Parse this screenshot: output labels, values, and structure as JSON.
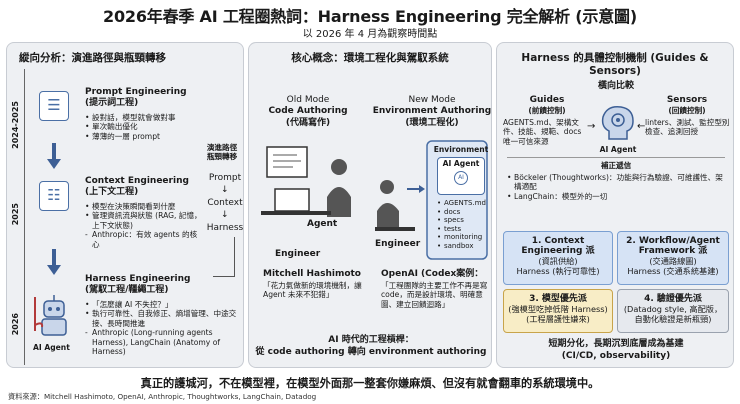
{
  "header": {
    "title": "2026年春季 AI 工程圈熱詞：Harness Engineering 完全解析 (示意圖)",
    "subtitle": "以 2026 年 4 月為觀察時間點"
  },
  "left": {
    "title": "縱向分析：演進路徑與瓶頸轉移",
    "stage_labels": [
      "2024-2025",
      "2025",
      "2026"
    ],
    "prompt": {
      "heading": "Prompt Engineering",
      "sub": "(提示詞工程)",
      "bullets": [
        "設對話，模型就會做對事",
        "單次輸出優化",
        "薄薄的一層 prompt"
      ]
    },
    "context": {
      "heading": "Context Engineering",
      "sub": "(上下文工程)",
      "bullets": [
        "模型在決策瞬間看到什麼",
        "管理資訊流與狀態 (RAG, 記憶，上下文狀態)"
      ],
      "note": "Anthropic：有效 agents 的核心"
    },
    "harness": {
      "heading": "Harness Engineering",
      "sub": "(駕馭工程/韁繩工程)",
      "bullets": [
        "「怎麼讓 AI 不失控？」",
        "執行可靠性、自我修正、熵增管理、中途交接、長時間推進"
      ],
      "note": "Anthropic (Long-running agents Harness), LangChain (Anatomy of Harness)",
      "agent_label": "AI Agent"
    },
    "side": {
      "label": "演進路徑\n瓶頸轉移",
      "words": [
        "Prompt",
        "Context",
        "Harness"
      ]
    }
  },
  "middle": {
    "title": "核心概念：環境工程化與駕馭系統",
    "old": {
      "mode": "Old Mode",
      "name": "Code Authoring",
      "cn": "(代碼寫作)",
      "agent": "Agent",
      "engineer": "Engineer"
    },
    "new": {
      "mode": "New Mode",
      "name": "Environment Authoring",
      "cn": "(環境工程化)",
      "env_label": "Environment",
      "agent": "AI Agent",
      "items": [
        "AGENTS.md",
        "docs",
        "specs",
        "tests",
        "monitoring",
        "sandbox"
      ],
      "engineer": "Engineer"
    },
    "quote_left": {
      "author": "Mitchell Hashimoto",
      "text": "「花力氣做新的環境機制，讓 Agent 未來不犯錯」"
    },
    "quote_right": {
      "author": "OpenAI (Codex案例：",
      "text": "「工程團隊的主要工作不再是寫 code，而是設計環境、明確意圖、建立回饋迴路」"
    },
    "conclusion": {
      "line1": "AI 時代的工程槓桿：",
      "line2": "從 code authoring 轉向 environment authoring"
    }
  },
  "right": {
    "title": "Harness 的具體控制機制 (Guides & Sensors)",
    "compare_label": "橫向比較",
    "guides": {
      "name": "Guides",
      "cn": "(前饋控制)",
      "desc": "AGENTS.md、架構文件、技能、規範、docs 唯一可信來源"
    },
    "sensors": {
      "name": "Sensors",
      "cn": "(回饋控制)",
      "desc": "linters、測試、監控型別檢查、追測回授"
    },
    "agent": "AI Agent",
    "supplement": {
      "label": "補正遞信",
      "items": [
        "Böckeler (Thoughtworks)：功能與行為驗證、可維護性、架構適配",
        "LangChain：模型外的一切"
      ]
    },
    "quadrants": [
      {
        "num": "1.",
        "title": "Context Engineering 派",
        "cn": "(資訊供給)",
        "extra": "Harness (執行可靠性)"
      },
      {
        "num": "2.",
        "title": "Workflow/Agent Framework 派",
        "cn": "(交通路線圖)",
        "extra": "Harness (交通系統基建)"
      },
      {
        "num": "3.",
        "title": "模型優先派",
        "cn": "(強模型吃掉低階 Harness)",
        "extra": "(工程層護性嫌來)"
      },
      {
        "num": "4.",
        "title": "驗證優先派",
        "cn": "(Datadog style, 高配版，",
        "extra": "自動化驗證是新瓶頸)"
      }
    ],
    "conclusion": {
      "line1": "短期分化，長期沉到底層成為基建",
      "line2": "(CI/CD, observability)"
    }
  },
  "footer": {
    "main": "真正的護城河，不在模型裡，在模型外面那一整套你嫌麻煩、但沒有就會翻車的系統環境中。",
    "source": "資料來源：Mitchell Hashimoto, OpenAI, Anthropic, Thoughtworks, LangChain, Datadog"
  }
}
